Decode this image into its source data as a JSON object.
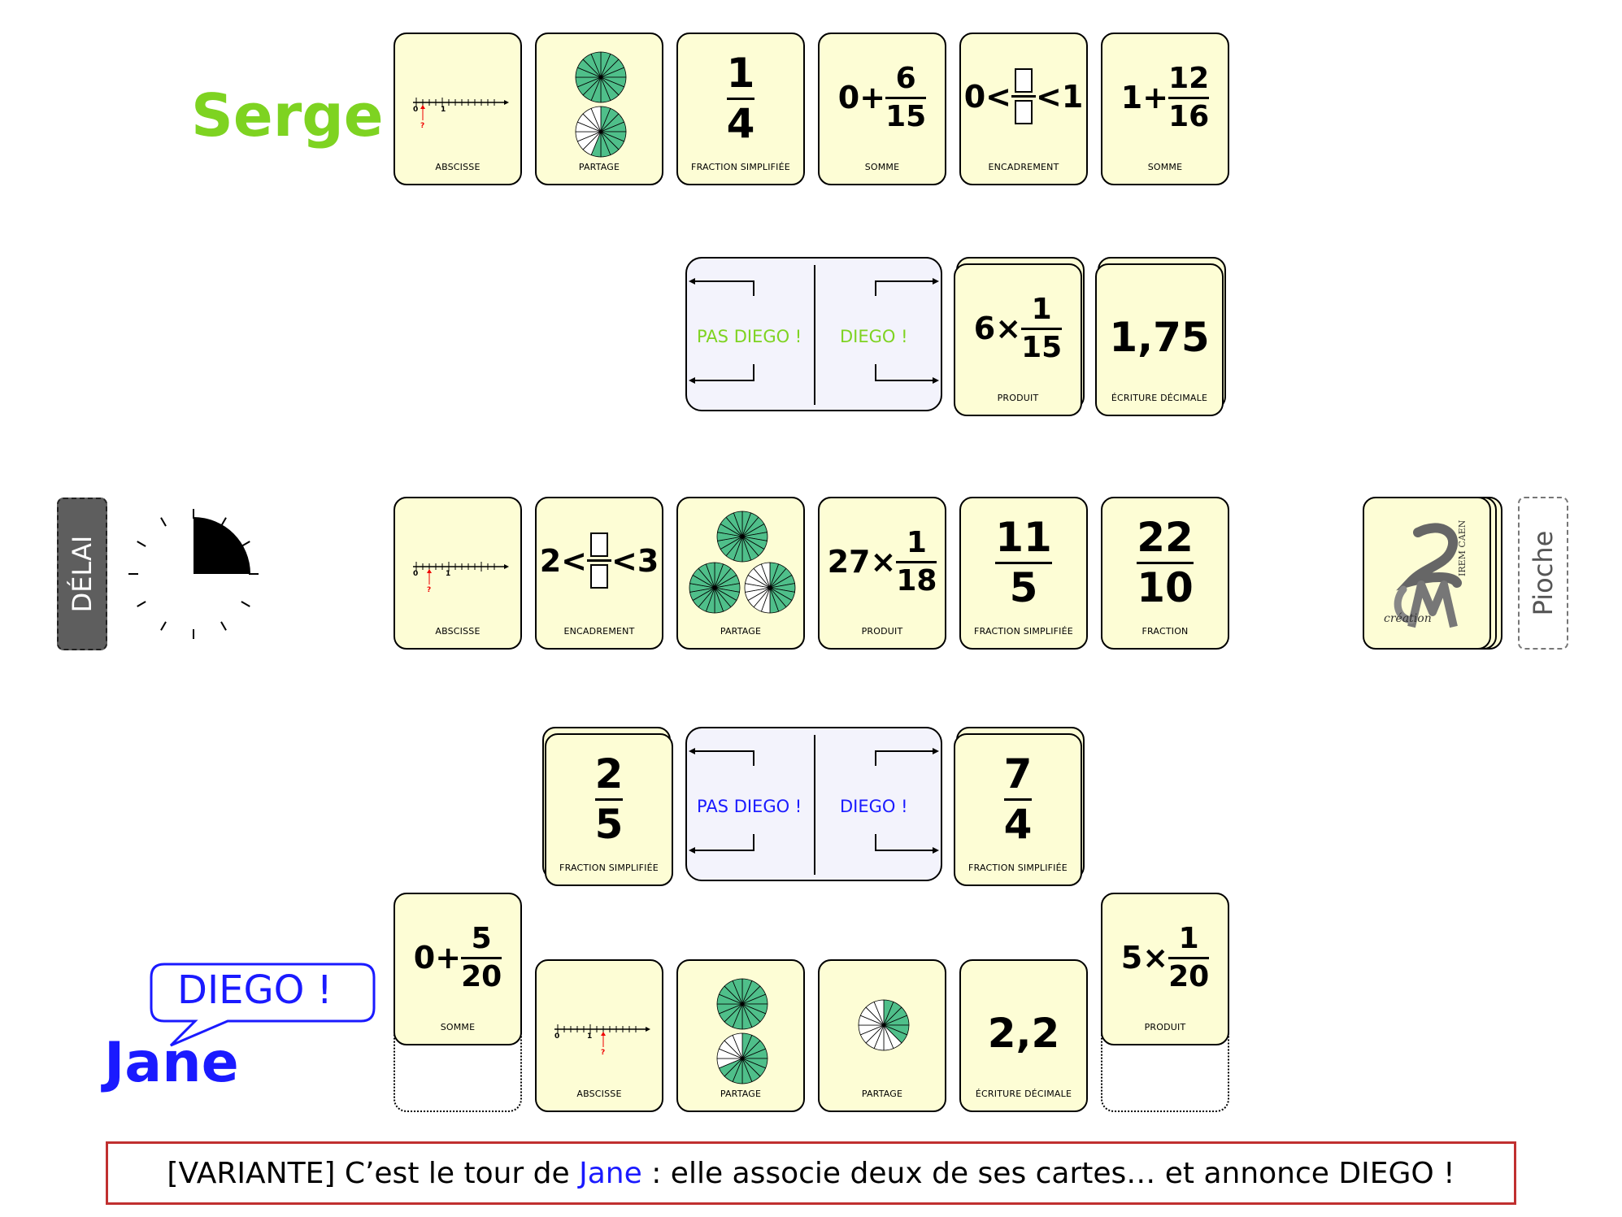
{
  "players": {
    "top": {
      "name": "Serge",
      "color": "#7ed321"
    },
    "bottom": {
      "name": "Jane",
      "color": "#1a1aff",
      "speech": "DIEGO !"
    }
  },
  "delay": {
    "label": "DÉLAI",
    "remaining_fraction": 0.25
  },
  "deck": {
    "label": "Pioche",
    "logo_text": "IREM CAEN",
    "logo_sub": "création"
  },
  "serge_cards": [
    {
      "type": "ABSCISSE",
      "axis": [
        "0",
        "1"
      ],
      "marker": "?"
    },
    {
      "type": "PARTAGE"
    },
    {
      "type": "FRACTION SIMPLIFIÉE",
      "num": "1",
      "den": "4"
    },
    {
      "type": "SOMME",
      "prefix": "0+",
      "num": "6",
      "den": "15"
    },
    {
      "type": "ENCADREMENT",
      "left": "0<",
      "right": "<1"
    },
    {
      "type": "SOMME",
      "prefix": "1+",
      "num": "12",
      "den": "16"
    }
  ],
  "serge_duo": {
    "left": "PAS DIEGO !",
    "right": "DIEGO !",
    "color": "#7ed321"
  },
  "serge_pair": [
    {
      "type": "PRODUIT",
      "prefix": "6×",
      "num": "1",
      "den": "15"
    },
    {
      "type": "ÉCRITURE DÉCIMALE",
      "value": "1,75"
    }
  ],
  "table_cards": [
    {
      "type": "ABSCISSE",
      "axis": [
        "0",
        "1"
      ],
      "marker": "?"
    },
    {
      "type": "ENCADREMENT",
      "left": "2<",
      "right": "<3"
    },
    {
      "type": "PARTAGE"
    },
    {
      "type": "PRODUIT",
      "prefix": "27×",
      "num": "1",
      "den": "18"
    },
    {
      "type": "FRACTION SIMPLIFIÉE",
      "num": "11",
      "den": "5"
    },
    {
      "type": "FRACTION",
      "num": "22",
      "den": "10"
    }
  ],
  "jane_duo": {
    "left": "PAS DIEGO !",
    "right": "DIEGO !",
    "color": "#1a1aff"
  },
  "jane_pair": [
    {
      "type": "FRACTION SIMPLIFIÉE",
      "num": "2",
      "den": "5"
    },
    {
      "type": "FRACTION SIMPLIFIÉE",
      "num": "7",
      "den": "4"
    }
  ],
  "jane_cards": [
    {
      "type": "SOMME",
      "prefix": "0+",
      "num": "5",
      "den": "20"
    },
    {
      "type": "ABSCISSE",
      "axis": [
        "0",
        "1"
      ],
      "marker": "?"
    },
    {
      "type": "PARTAGE"
    },
    {
      "type": "PARTAGE"
    },
    {
      "type": "ÉCRITURE DÉCIMALE",
      "value": "2,2"
    },
    {
      "type": "PRODUIT",
      "prefix": "5×",
      "num": "1",
      "den": "20"
    }
  ],
  "caption": {
    "pre": "[VARIANTE] C’est le tour de ",
    "name": "Jane",
    "post": " : elle associe deux de ses cartes… et annonce DIEGO !"
  }
}
